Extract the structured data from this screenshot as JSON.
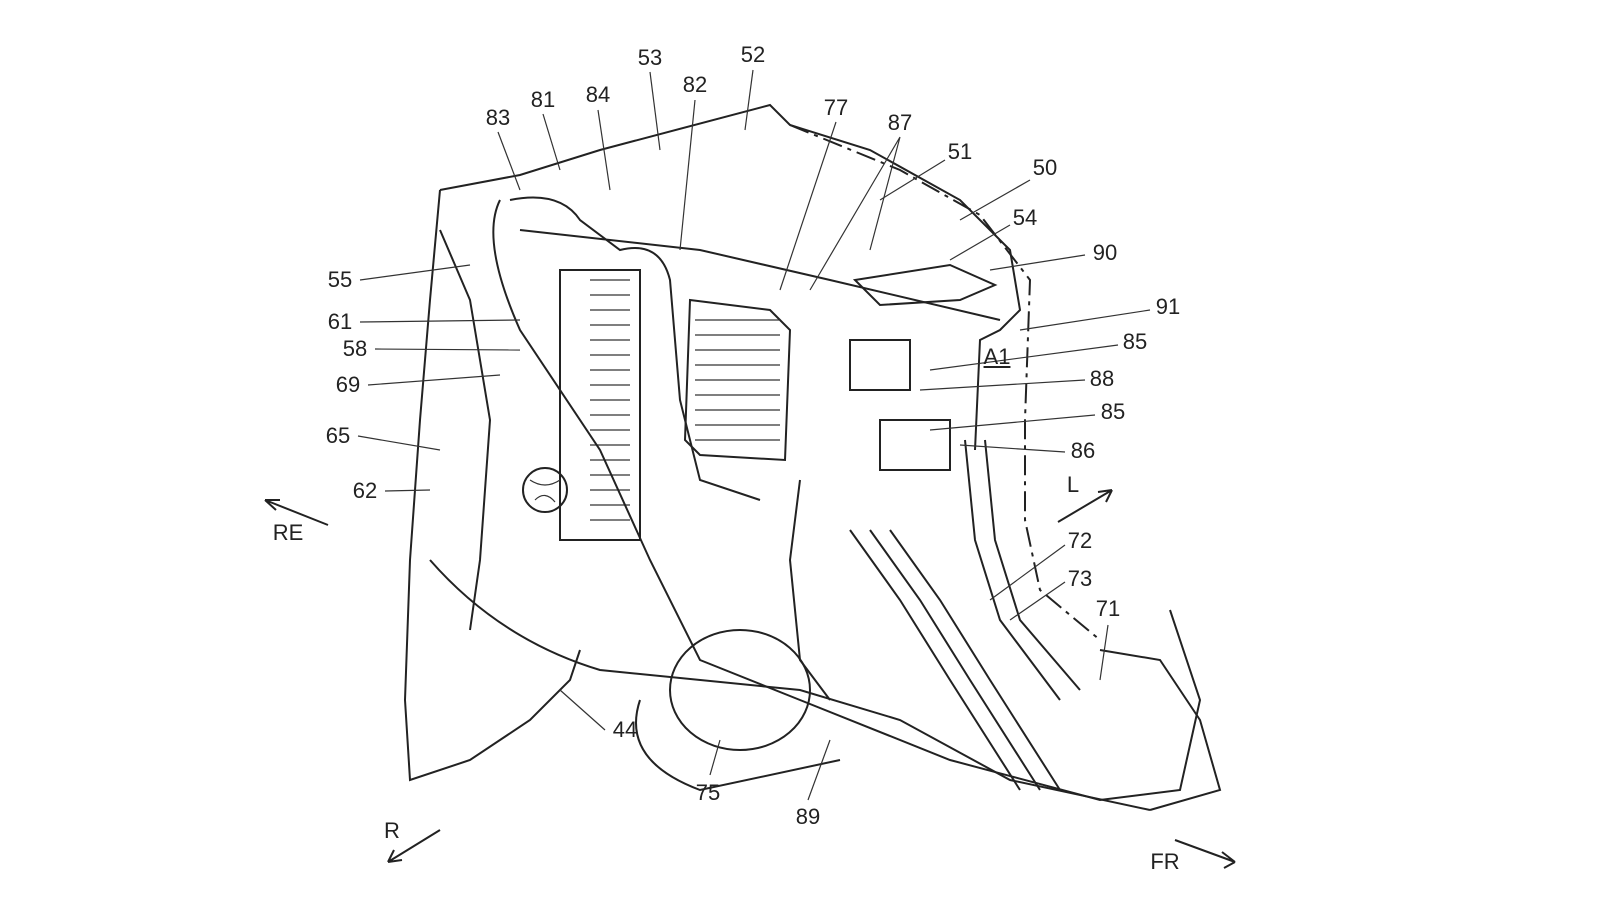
{
  "labels": {
    "l53": "53",
    "l52": "52",
    "l81": "81",
    "l84": "84",
    "l82": "82",
    "l83": "83",
    "l77": "77",
    "l87": "87",
    "l51": "51",
    "l50": "50",
    "l54": "54",
    "l90": "90",
    "l55": "55",
    "l91": "91",
    "l61": "61",
    "l85a": "85",
    "l58": "58",
    "lA1": "A1",
    "l69": "69",
    "l88": "88",
    "l85b": "85",
    "l65": "65",
    "l86": "86",
    "l62": "62",
    "l72": "72",
    "l73": "73",
    "l71": "71",
    "l44": "44",
    "l75": "75",
    "l89": "89"
  },
  "directions": {
    "re": "RE",
    "l": "L",
    "r": "R",
    "fr": "FR"
  }
}
